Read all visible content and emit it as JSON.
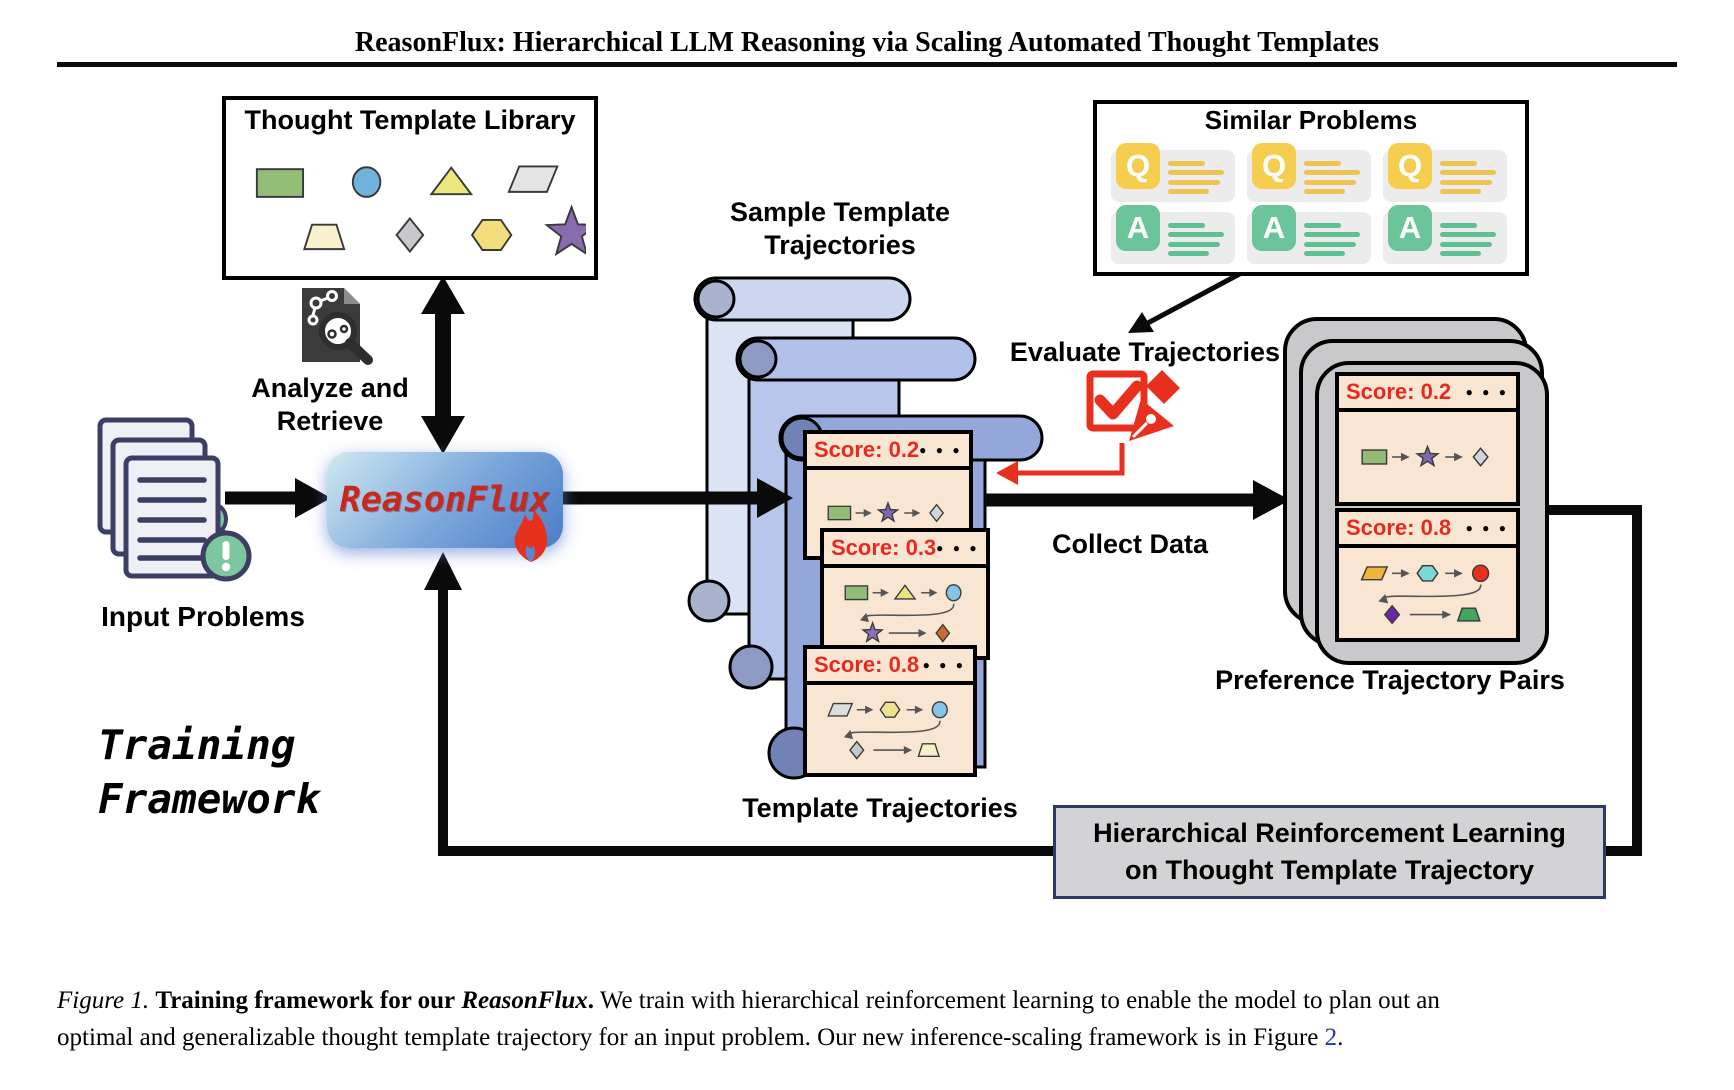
{
  "page": {
    "title": "ReasonFlux: Hierarchical LLM Reasoning via Scaling Automated Thought Templates"
  },
  "library": {
    "title": "Thought Template Library",
    "shapes": [
      {
        "type": "rect",
        "color": "#93bd77"
      },
      {
        "type": "circle",
        "color": "#6fb3dd"
      },
      {
        "type": "triangle",
        "color": "#ece87e"
      },
      {
        "type": "parallelogram",
        "color": "#e4e4e4"
      },
      {
        "type": "trapezoid",
        "color": "#f9f0cd"
      },
      {
        "type": "diamond",
        "color": "#c8c8cc"
      },
      {
        "type": "hexagon",
        "color": "#f3dd7d"
      },
      {
        "type": "star",
        "color": "#8a6bb0"
      }
    ]
  },
  "similar_problems": {
    "title": "Similar Problems",
    "cards": [
      {
        "badge": "Q",
        "badge_color": "#f6ce4f",
        "line_color": "#edc453"
      },
      {
        "badge": "Q",
        "badge_color": "#f6ce4f",
        "line_color": "#edc453"
      },
      {
        "badge": "Q",
        "badge_color": "#f6ce4f",
        "line_color": "#edc453"
      },
      {
        "badge": "A",
        "badge_color": "#6cc49a",
        "line_color": "#5fc191"
      },
      {
        "badge": "A",
        "badge_color": "#6cc49a",
        "line_color": "#5fc191"
      },
      {
        "badge": "A",
        "badge_color": "#6cc49a",
        "line_color": "#5fc191"
      }
    ]
  },
  "labels": {
    "sample_line1": "Sample Template",
    "sample_line2": "Trajectories",
    "analyze_line1": "Analyze and",
    "analyze_line2": "Retrieve",
    "input_problems": "Input Problems",
    "evaluate_trajectories": "Evaluate Trajectories",
    "collect_data": "Collect Data",
    "template_trajectories": "Template Trajectories",
    "preference_pairs": "Preference Trajectory Pairs",
    "training_line1": "Training",
    "training_line2": "Framework"
  },
  "reasonflux": {
    "label": "ReasonFlux",
    "text_color": "#c8281e",
    "accent_red": "#e8301f"
  },
  "trajectories": {
    "dots": "● ● ●",
    "cards": [
      {
        "score": "Score: 0.2",
        "rows": [
          [
            {
              "type": "rect",
              "color": "#93bd77"
            },
            {
              "type": "star",
              "color": "#7f68ad"
            },
            {
              "type": "diamond",
              "color": "#d4d4dc"
            }
          ]
        ]
      },
      {
        "score": "Score: 0.3",
        "rows": [
          [
            {
              "type": "rect",
              "color": "#93bd77"
            },
            {
              "type": "triangle",
              "color": "#e9e57c"
            },
            {
              "type": "circle",
              "color": "#85c6e8"
            }
          ],
          [
            {
              "type": "star",
              "color": "#8a6fb8"
            },
            {
              "type": "diamond",
              "color": "#c96a35"
            }
          ]
        ]
      },
      {
        "score": "Score: 0.8",
        "rows": [
          [
            {
              "type": "parallelogram",
              "color": "#dddddd"
            },
            {
              "type": "hexagon",
              "color": "#f0e18c"
            },
            {
              "type": "circle",
              "color": "#85c6e8"
            }
          ],
          [
            {
              "type": "diamond",
              "color": "#c6c6ce"
            },
            {
              "type": "trapezoid",
              "color": "#f7f0c8"
            }
          ]
        ]
      }
    ]
  },
  "preference": {
    "cards": [
      {
        "score": "Score: 0.2",
        "rows": [
          [
            {
              "type": "rect",
              "color": "#93bd77"
            },
            {
              "type": "star",
              "color": "#7f68ad"
            },
            {
              "type": "diamond",
              "color": "#d4d4dc"
            }
          ]
        ]
      },
      {
        "score": "Score: 0.8",
        "rows": [
          [
            {
              "type": "parallelogram",
              "color": "#efb53b"
            },
            {
              "type": "hexagon",
              "color": "#7cd8d4"
            },
            {
              "type": "circle",
              "color": "#e8301f"
            }
          ],
          [
            {
              "type": "diamond",
              "color": "#6627a8"
            },
            {
              "type": "trapezoid",
              "color": "#41a65c"
            }
          ]
        ]
      }
    ]
  },
  "rl_box": {
    "line1": "Hierarchical Reinforcement Learning",
    "line2": "on Thought Template Trajectory"
  },
  "caption": {
    "figure_label": "Figure 1.",
    "bold_text": "Training framework for our",
    "bold_italic": "ReasonFlux",
    "bold_period": ".",
    "body1": "We train with hierarchical reinforcement learning to enable the model to plan out an",
    "body2": "optimal and generalizable thought template trajectory for an input problem. Our new inference-scaling framework is in Figure",
    "link": "2",
    "tail": "."
  },
  "colors": {
    "score_red": "#e8291f",
    "scroll_back": "#dbe3f5",
    "scroll_middle": "#b9c6ec",
    "scroll_front": "#94a7da",
    "card_cream": "#f9e6d2",
    "gray_card": "#c9c9cb",
    "rl_box_fill": "#d3d3d6",
    "rl_box_border": "#2b3a67",
    "doc_green": "#7cc6a0"
  }
}
